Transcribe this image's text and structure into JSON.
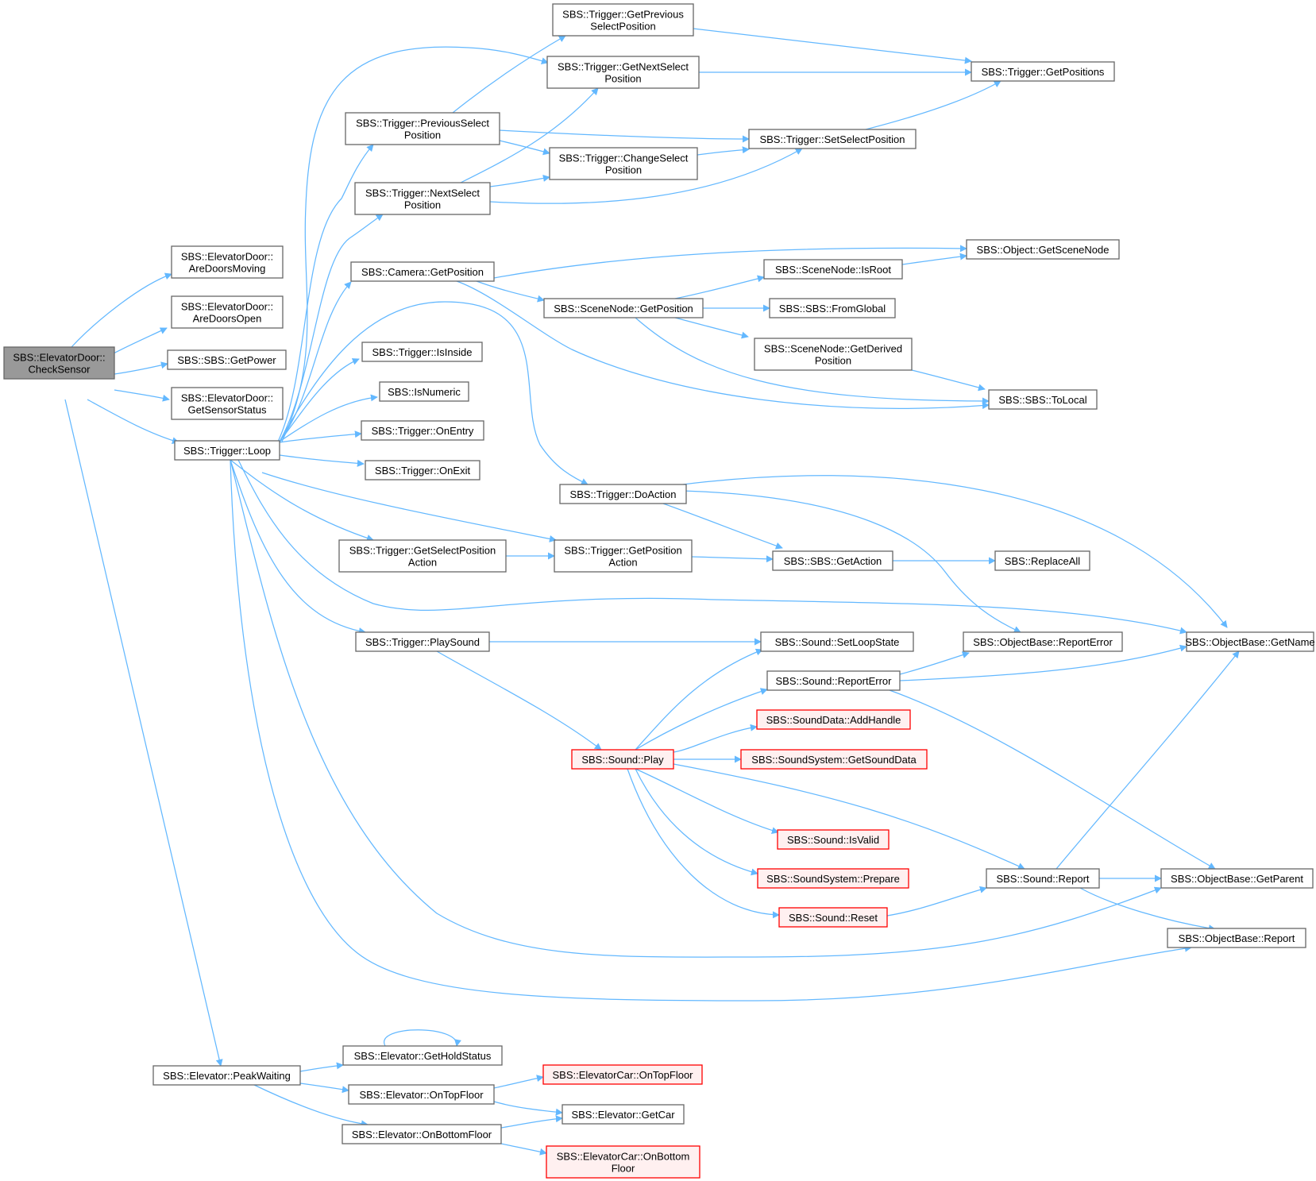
{
  "colors": {
    "edge": "#63b8ff",
    "node_border": "#666666",
    "root_fill": "#999999",
    "red_border": "#ff0000"
  },
  "nodes": {
    "checkSensor": {
      "lines": [
        "SBS::ElevatorDoor::",
        "CheckSensor"
      ],
      "style": "root"
    },
    "areDoorsMoving": {
      "lines": [
        "SBS::ElevatorDoor::",
        "AreDoorsMoving"
      ]
    },
    "areDoorsOpen": {
      "lines": [
        "SBS::ElevatorDoor::",
        "AreDoorsOpen"
      ]
    },
    "getPower": {
      "lines": [
        "SBS::SBS::GetPower"
      ]
    },
    "getSensorStatus": {
      "lines": [
        "SBS::ElevatorDoor::",
        "GetSensorStatus"
      ]
    },
    "loop": {
      "lines": [
        "SBS::Trigger::Loop"
      ]
    },
    "peakWaiting": {
      "lines": [
        "SBS::Elevator::PeakWaiting"
      ]
    },
    "getPrevSelPos": {
      "lines": [
        "SBS::Trigger::GetPrevious",
        "SelectPosition"
      ]
    },
    "getNextSelPos": {
      "lines": [
        "SBS::Trigger::GetNextSelect",
        "Position"
      ]
    },
    "getPositions": {
      "lines": [
        "SBS::Trigger::GetPositions"
      ]
    },
    "prevSelPos": {
      "lines": [
        "SBS::Trigger::PreviousSelect",
        "Position"
      ]
    },
    "setSelPos": {
      "lines": [
        "SBS::Trigger::SetSelectPosition"
      ]
    },
    "changeSelPos": {
      "lines": [
        "SBS::Trigger::ChangeSelect",
        "Position"
      ]
    },
    "nextSelPos": {
      "lines": [
        "SBS::Trigger::NextSelect",
        "Position"
      ]
    },
    "camGetPos": {
      "lines": [
        "SBS::Camera::GetPosition"
      ]
    },
    "getSceneNode": {
      "lines": [
        "SBS::Object::GetSceneNode"
      ]
    },
    "isRoot": {
      "lines": [
        "SBS::SceneNode::IsRoot"
      ]
    },
    "snGetPos": {
      "lines": [
        "SBS::SceneNode::GetPosition"
      ]
    },
    "fromGlobal": {
      "lines": [
        "SBS::SBS::FromGlobal"
      ]
    },
    "getDerivedPos": {
      "lines": [
        "SBS::SceneNode::GetDerived",
        "Position"
      ]
    },
    "toLocal": {
      "lines": [
        "SBS::SBS::ToLocal"
      ]
    },
    "isInside": {
      "lines": [
        "SBS::Trigger::IsInside"
      ]
    },
    "isNumeric": {
      "lines": [
        "SBS::IsNumeric"
      ]
    },
    "onEntry": {
      "lines": [
        "SBS::Trigger::OnEntry"
      ]
    },
    "onExit": {
      "lines": [
        "SBS::Trigger::OnExit"
      ]
    },
    "doAction": {
      "lines": [
        "SBS::Trigger::DoAction"
      ]
    },
    "getSelPosAction": {
      "lines": [
        "SBS::Trigger::GetSelectPosition",
        "Action"
      ]
    },
    "getPosAction": {
      "lines": [
        "SBS::Trigger::GetPosition",
        "Action"
      ]
    },
    "getAction": {
      "lines": [
        "SBS::SBS::GetAction"
      ]
    },
    "replaceAll": {
      "lines": [
        "SBS::ReplaceAll"
      ]
    },
    "playSound": {
      "lines": [
        "SBS::Trigger::PlaySound"
      ]
    },
    "setLoopState": {
      "lines": [
        "SBS::Sound::SetLoopState"
      ]
    },
    "obReportError": {
      "lines": [
        "SBS::ObjectBase::ReportError"
      ]
    },
    "getName": {
      "lines": [
        "SBS::ObjectBase::GetName"
      ]
    },
    "soundReportError": {
      "lines": [
        "SBS::Sound::ReportError"
      ]
    },
    "addHandle": {
      "lines": [
        "SBS::SoundData::AddHandle"
      ],
      "style": "red"
    },
    "soundPlay": {
      "lines": [
        "SBS::Sound::Play"
      ],
      "style": "red"
    },
    "getSoundData": {
      "lines": [
        "SBS::SoundSystem::GetSoundData"
      ],
      "style": "red"
    },
    "isValid": {
      "lines": [
        "SBS::Sound::IsValid"
      ],
      "style": "red"
    },
    "prepare": {
      "lines": [
        "SBS::SoundSystem::Prepare"
      ],
      "style": "red"
    },
    "soundReport": {
      "lines": [
        "SBS::Sound::Report"
      ]
    },
    "getParent": {
      "lines": [
        "SBS::ObjectBase::GetParent"
      ]
    },
    "soundReset": {
      "lines": [
        "SBS::Sound::Reset"
      ],
      "style": "red"
    },
    "obReport": {
      "lines": [
        "SBS::ObjectBase::Report"
      ]
    },
    "getHoldStatus": {
      "lines": [
        "SBS::Elevator::GetHoldStatus"
      ]
    },
    "carOnTopFloor": {
      "lines": [
        "SBS::ElevatorCar::OnTopFloor"
      ],
      "style": "red"
    },
    "onTopFloor": {
      "lines": [
        "SBS::Elevator::OnTopFloor"
      ]
    },
    "getCar": {
      "lines": [
        "SBS::Elevator::GetCar"
      ]
    },
    "onBottomFloor": {
      "lines": [
        "SBS::Elevator::OnBottomFloor"
      ]
    },
    "carOnBottomFloor": {
      "lines": [
        "SBS::ElevatorCar::OnBottom",
        "Floor"
      ],
      "style": "red"
    }
  }
}
